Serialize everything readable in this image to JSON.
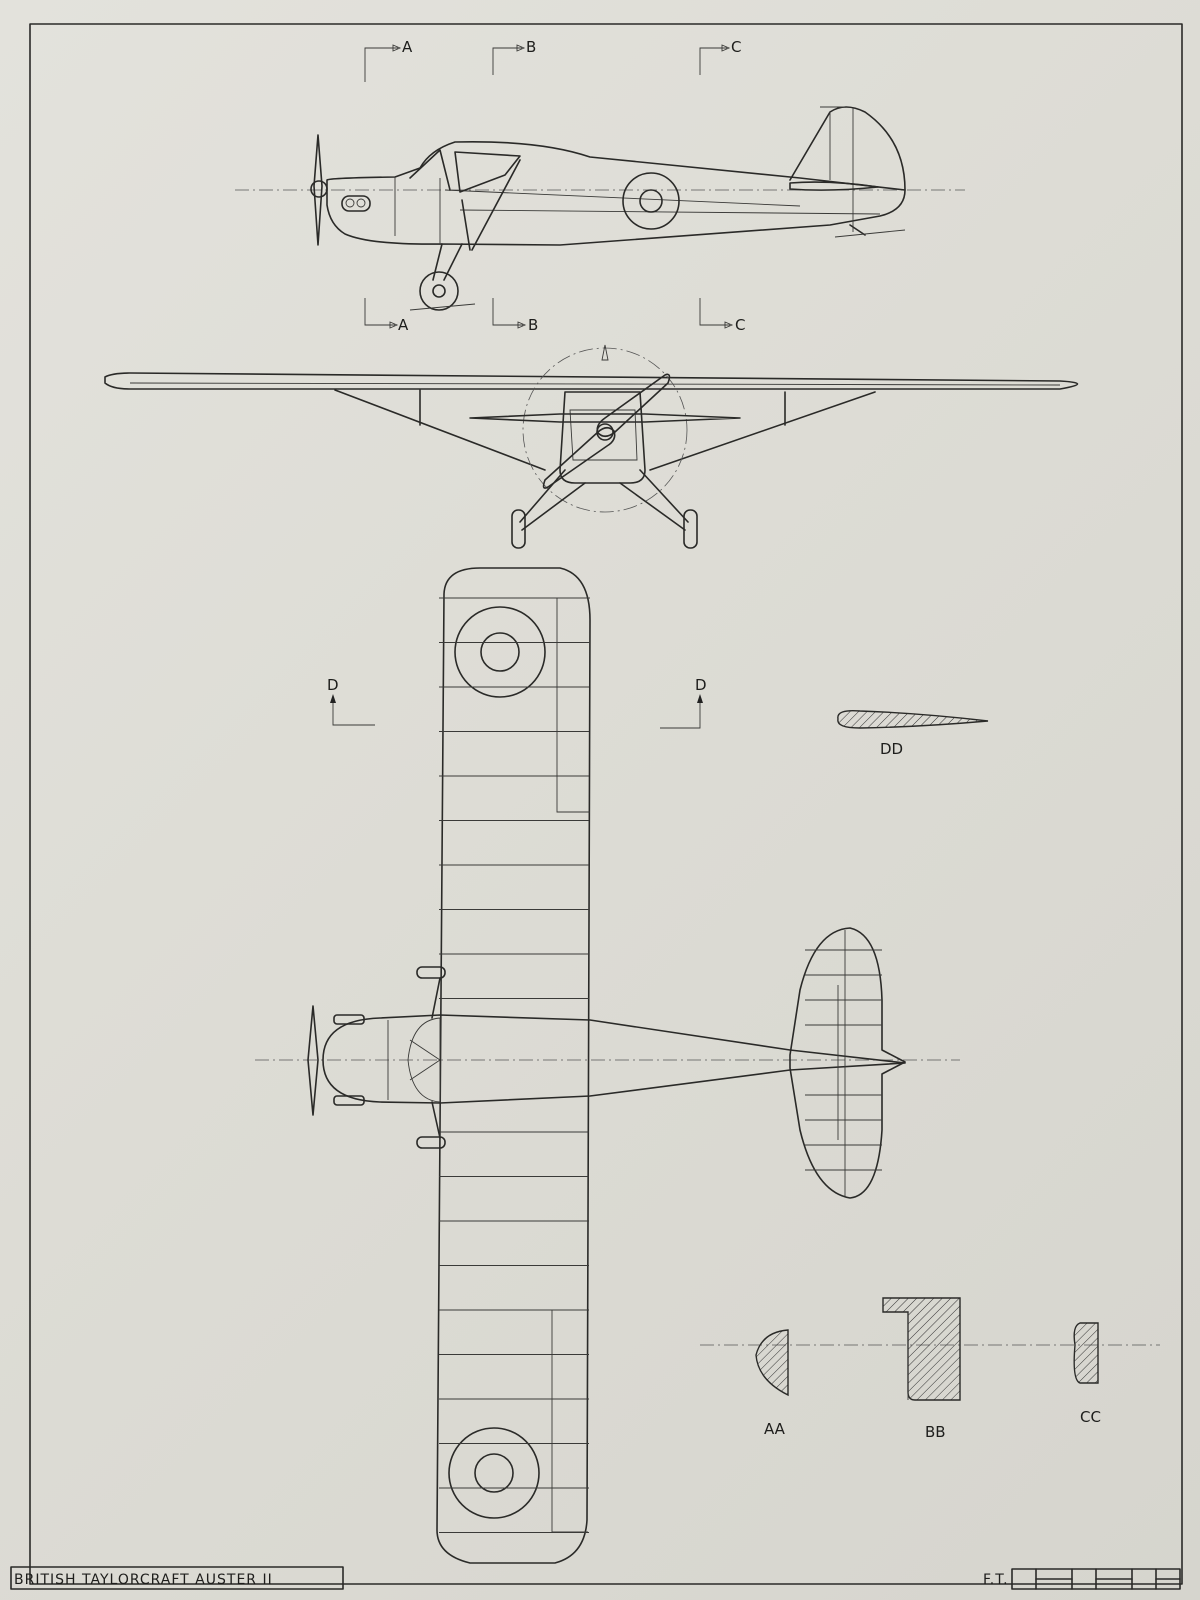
{
  "title_block": {
    "text": "BRITISH  TAYLORCRAFT  AUSTER II",
    "initials": "F.T."
  },
  "section_marks": {
    "a": "A",
    "b": "B",
    "c": "C",
    "d": "D"
  },
  "section_labels": {
    "aa": "AA",
    "bb": "BB",
    "cc": "CC",
    "dd": "DD"
  }
}
